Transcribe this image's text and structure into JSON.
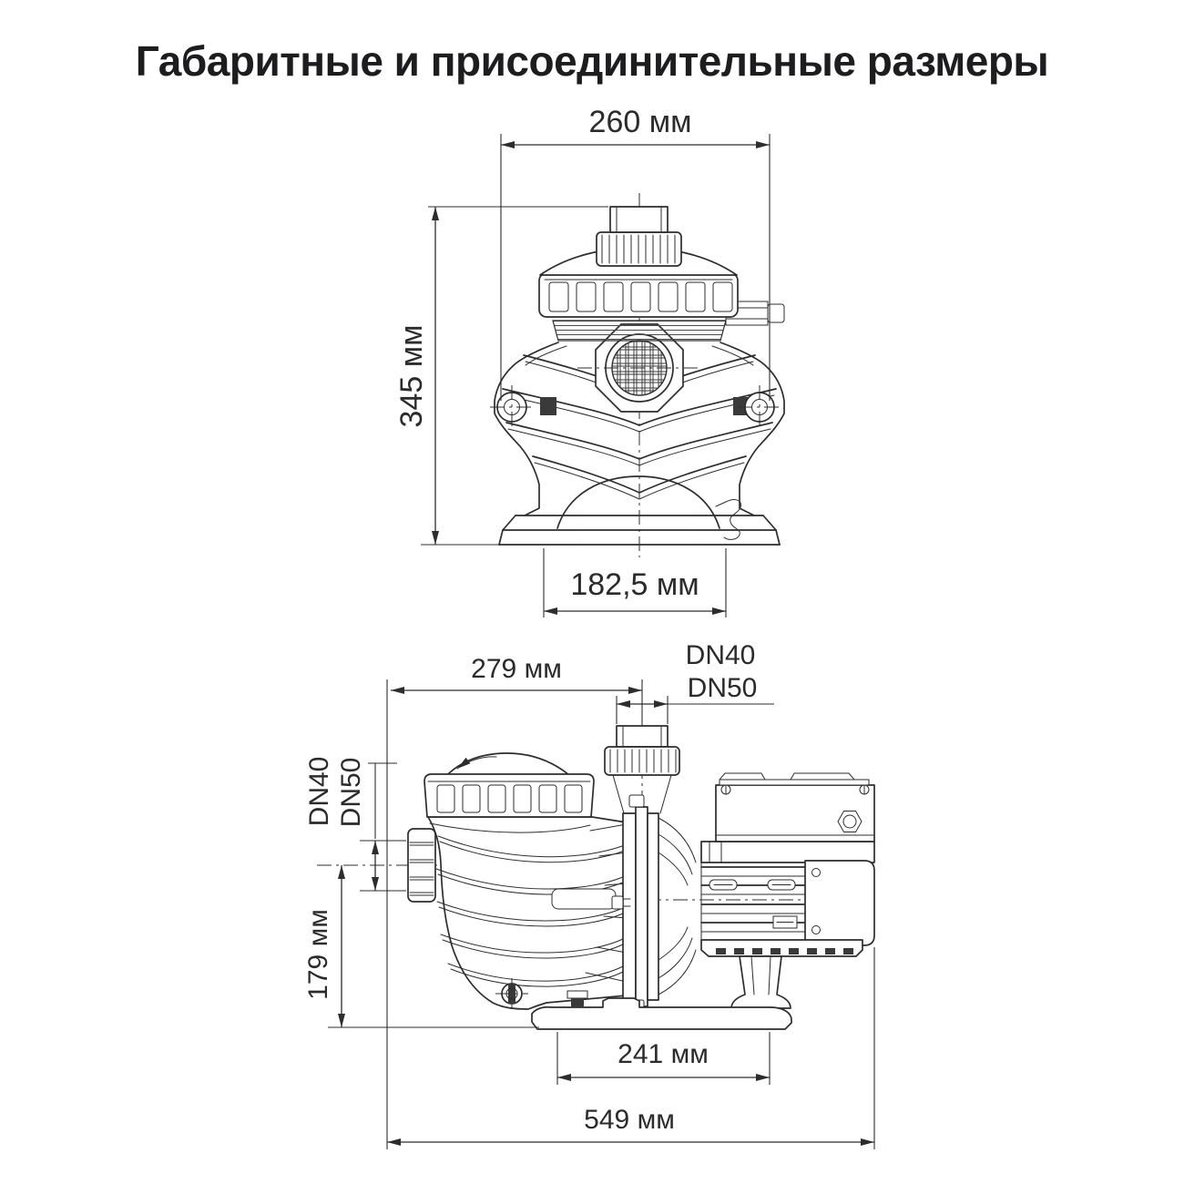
{
  "title": "Габаритные и присоединительные размеры",
  "front_view": {
    "width_label": "260 мм",
    "height_label": "345 мм",
    "base_width_label": "182,5 мм"
  },
  "side_view": {
    "port_offset_label": "279 мм",
    "top_port_dn": {
      "line1": "DN40",
      "line2": "DN50"
    },
    "side_port_dn": {
      "line1": "DN40",
      "line2": "DN50"
    },
    "suction_height_label": "179 мм",
    "base_length_label": "241 мм",
    "overall_length_label": "549 мм"
  },
  "colors": {
    "line": "#2d2d2d",
    "text": "#2b2b2b",
    "background": "#ffffff"
  }
}
